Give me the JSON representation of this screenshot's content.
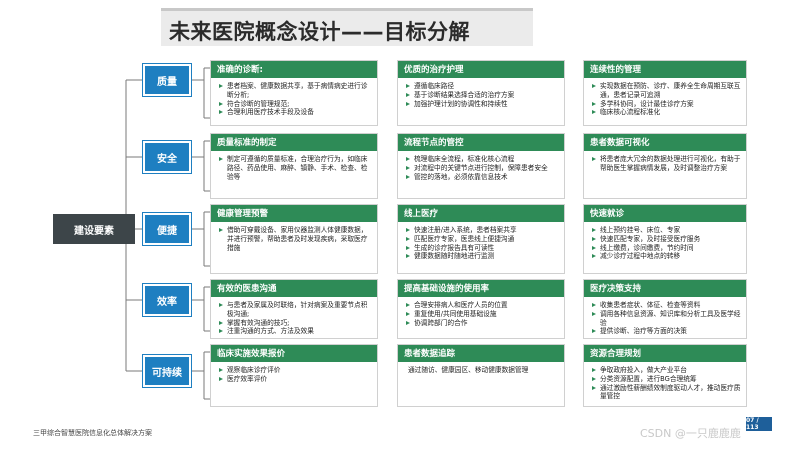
{
  "title": "未来医院概念设计——目标分解",
  "root": "建设要素",
  "categories": [
    {
      "label": "质量",
      "cards": [
        {
          "title": "准确的诊断:",
          "items": [
            "患者档案、健康数据共享，基于病情病史进行诊断分析;",
            "符合诊断的管理规范;",
            "合理利用医疗技术手段及设备"
          ]
        },
        {
          "title": "优质的治疗护理",
          "items": [
            "遵循临床路径",
            "基于诊断结果选择合适的治疗方案",
            "加强护理计划的协调性和持续性"
          ]
        },
        {
          "title": "连续性的管理",
          "items": [
            "实现数据在预防、诊疗、康养全生命周期互联互通，患者记录可追溯",
            "多学科协同，设计最佳诊疗方案",
            "临床核心流程标准化"
          ]
        }
      ]
    },
    {
      "label": "安全",
      "cards": [
        {
          "title": "质量标准的制定",
          "items": [
            "制定可遵循的质量标准，合理治疗行为，如临床路径、药品使用、麻醉、镇静、手术、检查、检验等"
          ]
        },
        {
          "title": "流程节点的管控",
          "items": [
            "梳理临床全流程，标准化核心流程",
            "对流程中的关键节点进行控制，保障患者安全",
            "管控的落地，必须依靠信息技术"
          ]
        },
        {
          "title": "患者数据可视化",
          "items": [
            "将患者庞大冗余的数据处理进行可视化，有助于帮助医生掌握病情发展，及时调整治疗方案"
          ]
        }
      ]
    },
    {
      "label": "便捷",
      "cards": [
        {
          "title": "健康管理预警",
          "items": [
            "借助可穿戴设备、家用仪器监测人体健康数据，并进行预警，帮助患者及时发现疾病，采取医疗措施"
          ]
        },
        {
          "title": "线上医疗",
          "items": [
            "快速注册/进入系统，患者档案共享",
            "匹配医疗专家，医患线上便捷沟通",
            "生成的诊疗报告具有可读性",
            "健康数据随时随地进行监测"
          ]
        },
        {
          "title": "快速就诊",
          "items": [
            "线上预约挂号、床位、专家",
            "快速匹配专家，及时接受医疗服务",
            "线上缴费，诊间缴费，节约时间",
            "减少诊疗过程中地点的转移"
          ]
        }
      ]
    },
    {
      "label": "效率",
      "cards": [
        {
          "title": "有效的医患沟通",
          "items": [
            "与患者及家属及时联络，针对病案及重要节点积极沟通;",
            "掌握有效沟通的技巧;",
            "注重沟通的方式、方法及效果"
          ]
        },
        {
          "title": "提高基础设施的使用率",
          "items": [
            "合理安排病人和医疗人员的位置",
            "重复使用/共同使用基础设施",
            "协调跨部门的合作"
          ]
        },
        {
          "title": "医疗决策支持",
          "items": [
            "收集患者症状、体征、检查等资料",
            "调用各种信息资源、知识库和分析工具及医学经验",
            "提供诊断、治疗等方面的决策"
          ]
        }
      ]
    },
    {
      "label": "可持续",
      "cards": [
        {
          "title": "临床实施效果报价",
          "items": [
            "观察临床诊疗评价",
            "医疗效率评价"
          ]
        },
        {
          "title": "患者数据追踪",
          "text": "通过随访、健康园区、移动健康数据管理"
        },
        {
          "title": "资源合理规划",
          "items": [
            "争取政府投入，做大产业平台",
            "分类资源配置，进行BG合理统筹",
            "通过激励性薪酬绩效制度驱动人才，推动医疗质量管控"
          ]
        }
      ]
    }
  ],
  "footer": "三甲综合智慧医院信息化总体解决方案",
  "page_number": "07 / 113",
  "watermark": "CSDN @一只鹿鹿鹿"
}
